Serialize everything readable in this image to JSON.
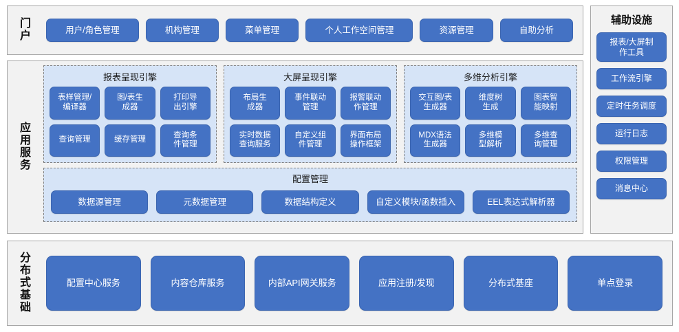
{
  "portal": {
    "label": "门\n户",
    "items": [
      {
        "label": "用户/角色管理"
      },
      {
        "label": "机构管理"
      },
      {
        "label": "菜单管理"
      },
      {
        "label": "个人工作空间管理"
      },
      {
        "label": "资源管理"
      },
      {
        "label": "自助分析"
      }
    ]
  },
  "app_services": {
    "label": "应\n用\n服\n务",
    "engines": [
      {
        "title": "报表呈现引擎",
        "items": [
          {
            "label": "表样管理/\n编译器"
          },
          {
            "label": "图/表生\n成器"
          },
          {
            "label": "打印导\n出引擎"
          },
          {
            "label": "查询管理"
          },
          {
            "label": "缓存管理"
          },
          {
            "label": "查询条\n件管理"
          }
        ]
      },
      {
        "title": "大屏呈现引擎",
        "items": [
          {
            "label": "布局生\n成器"
          },
          {
            "label": "事件联动\n管理"
          },
          {
            "label": "报警联动\n作管理"
          },
          {
            "label": "实时数据\n查询服务"
          },
          {
            "label": "自定义组\n件管理"
          },
          {
            "label": "界面布局\n操作框架"
          }
        ]
      },
      {
        "title": "多维分析引擎",
        "items": [
          {
            "label": "交互图/表\n生成器"
          },
          {
            "label": "维度树\n生成"
          },
          {
            "label": "图表智\n能映射"
          },
          {
            "label": "MDX语法\n生成器"
          },
          {
            "label": "多维模\n型解析"
          },
          {
            "label": "多维查\n询管理"
          }
        ]
      }
    ],
    "config": {
      "title": "配置管理",
      "items": [
        {
          "label": "数据源管理"
        },
        {
          "label": "元数据管理"
        },
        {
          "label": "数据结构定义"
        },
        {
          "label": "自定义模块/函数插入"
        },
        {
          "label": "EEL表达式解析器"
        }
      ]
    }
  },
  "aux": {
    "title": "辅助设施",
    "items": [
      {
        "label": "报表/大屏制\n作工具",
        "tall": true
      },
      {
        "label": "工作流引擎",
        "tall": false
      },
      {
        "label": "定时任务调度",
        "tall": false
      },
      {
        "label": "运行日志",
        "tall": false
      },
      {
        "label": "权限管理",
        "tall": false
      },
      {
        "label": "消息中心",
        "tall": false
      }
    ]
  },
  "distributed": {
    "label": "分\n布\n式\n基\n础",
    "items": [
      {
        "label": "配置中心服务"
      },
      {
        "label": "内容仓库服务"
      },
      {
        "label": "内部API网关服务"
      },
      {
        "label": "应用注册/发现"
      },
      {
        "label": "分布式基座"
      },
      {
        "label": "单点登录"
      }
    ]
  },
  "colors": {
    "button_blue": "#4472C4",
    "panel_light_blue": "#D6E4F7",
    "section_bg": "#F2F2F2",
    "section_border": "#A6A6A6"
  }
}
